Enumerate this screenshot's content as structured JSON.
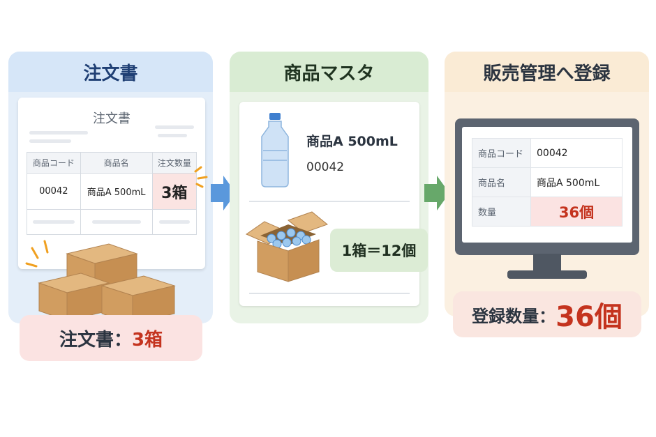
{
  "order_panel": {
    "title": "注文書",
    "doc_title": "注文書",
    "table_headers": [
      "商品コード",
      "商品名",
      "注文数量"
    ],
    "table_values": [
      "00042",
      "商品A 500mL",
      "3箱"
    ],
    "summary_label": "注文書：",
    "summary_value": "3箱"
  },
  "master_panel": {
    "title": "商品マスタ",
    "product_name": "商品A 500mL",
    "product_code": "00042",
    "pack_rule": "1箱＝12個"
  },
  "register_panel": {
    "title": "販売管理へ登録",
    "rows": [
      {
        "key": "商品コード",
        "value": "00042"
      },
      {
        "key": "商品名",
        "value": "商品A 500mL"
      },
      {
        "key": "数量",
        "value": "36個"
      }
    ],
    "summary_label": "登録数量：",
    "summary_value": "36個"
  },
  "colors": {
    "blue_panel": "#e4eef9",
    "green_panel": "#e9f3e6",
    "orange_panel": "#fbf0e1",
    "accent_red": "#c4331e",
    "arrow_blue": "#5a98dc",
    "arrow_green": "#67a86a"
  },
  "icons": [
    "boxes-icon",
    "bottle-icon",
    "open-box-icon",
    "monitor-icon",
    "arrow-right-icon"
  ]
}
